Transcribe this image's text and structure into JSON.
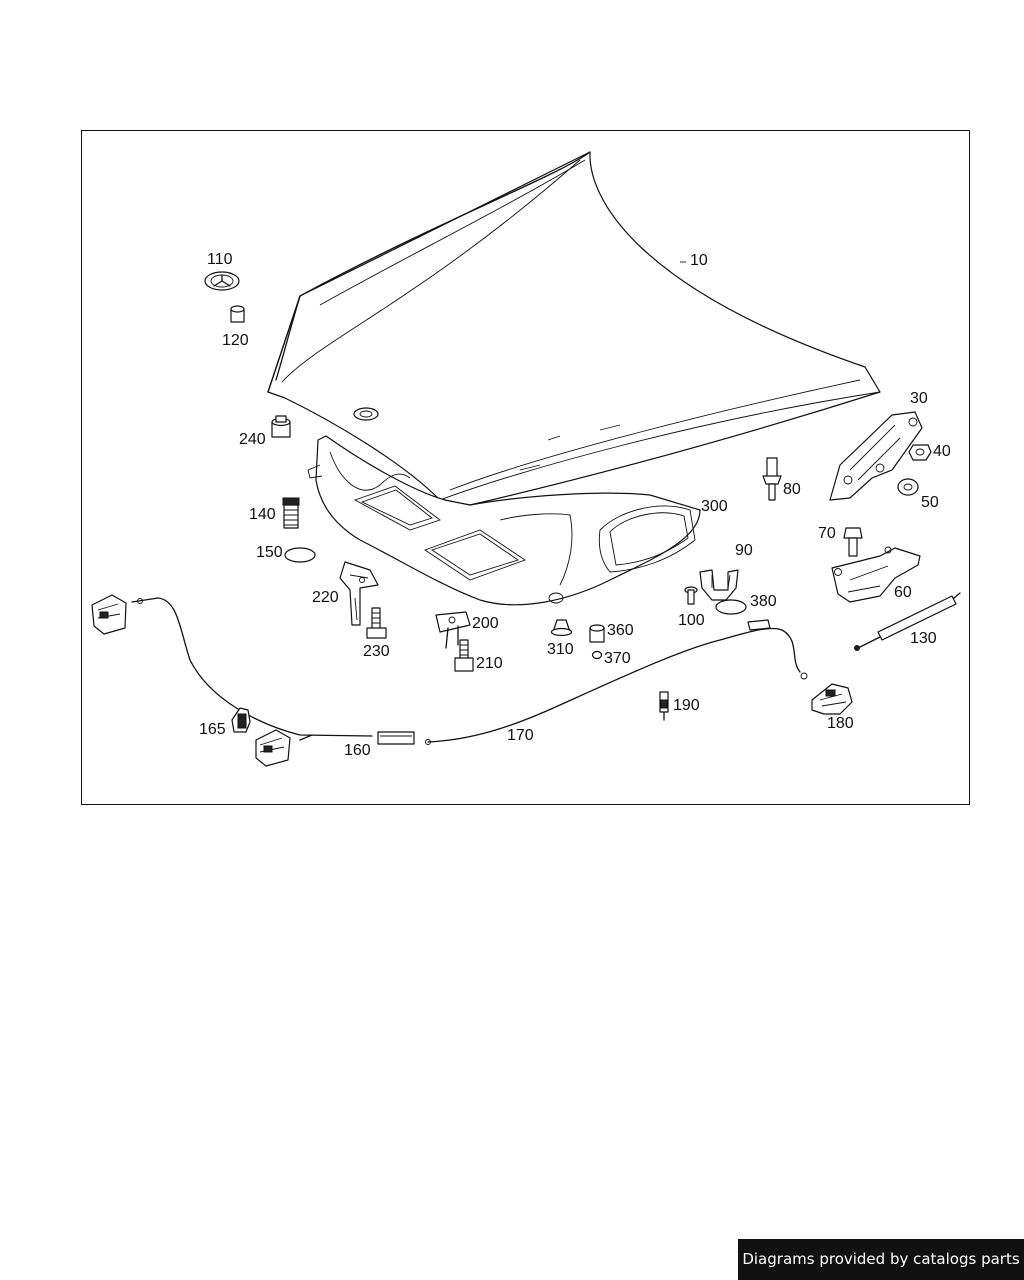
{
  "diagram": {
    "callouts": [
      {
        "id": "10",
        "label": "10"
      },
      {
        "id": "30",
        "label": "30"
      },
      {
        "id": "40",
        "label": "40"
      },
      {
        "id": "50",
        "label": "50"
      },
      {
        "id": "60",
        "label": "60"
      },
      {
        "id": "70",
        "label": "70"
      },
      {
        "id": "80",
        "label": "80"
      },
      {
        "id": "90",
        "label": "90"
      },
      {
        "id": "100",
        "label": "100"
      },
      {
        "id": "110",
        "label": "110"
      },
      {
        "id": "120",
        "label": "120"
      },
      {
        "id": "130",
        "label": "130"
      },
      {
        "id": "140",
        "label": "140"
      },
      {
        "id": "150",
        "label": "150"
      },
      {
        "id": "160",
        "label": "160"
      },
      {
        "id": "165",
        "label": "165"
      },
      {
        "id": "170",
        "label": "170"
      },
      {
        "id": "180",
        "label": "180"
      },
      {
        "id": "190",
        "label": "190"
      },
      {
        "id": "200",
        "label": "200"
      },
      {
        "id": "210",
        "label": "210"
      },
      {
        "id": "220",
        "label": "220"
      },
      {
        "id": "230",
        "label": "230"
      },
      {
        "id": "240",
        "label": "240"
      },
      {
        "id": "300",
        "label": "300"
      },
      {
        "id": "310",
        "label": "310"
      },
      {
        "id": "360",
        "label": "360"
      },
      {
        "id": "370",
        "label": "370"
      },
      {
        "id": "380",
        "label": "380"
      }
    ]
  },
  "footer": {
    "credit": "Diagrams provided by catalogs parts"
  }
}
